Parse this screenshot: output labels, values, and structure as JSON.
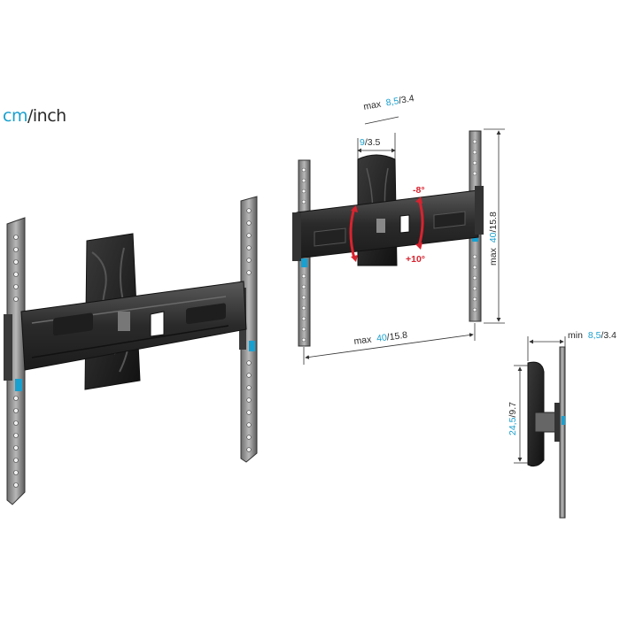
{
  "units": {
    "primary": "cm",
    "secondary": "inch",
    "accent_color": "#1aa0cf"
  },
  "dimensions": {
    "depth_max": {
      "prefix": "max",
      "cm": "8,5",
      "inch": "3.4"
    },
    "arm_width": {
      "cm": "9",
      "inch": "3.5"
    },
    "height_max": {
      "prefix": "max",
      "cm": "40",
      "inch": "15.8"
    },
    "width_max": {
      "prefix": "max",
      "cm": "40",
      "inch": "15.8"
    },
    "depth_min": {
      "prefix": "min",
      "cm": "8,5",
      "inch": "3.4"
    },
    "side_height": {
      "cm": "24,5",
      "inch": "9.7"
    }
  },
  "tilt": {
    "down": "-8°",
    "up": "+10°",
    "color": "#d9232f"
  },
  "colors": {
    "metal_dark": "#2b2b2b",
    "metal_mid": "#4a4a4a",
    "metal_light": "#8a8a8a",
    "line": "#333333"
  }
}
